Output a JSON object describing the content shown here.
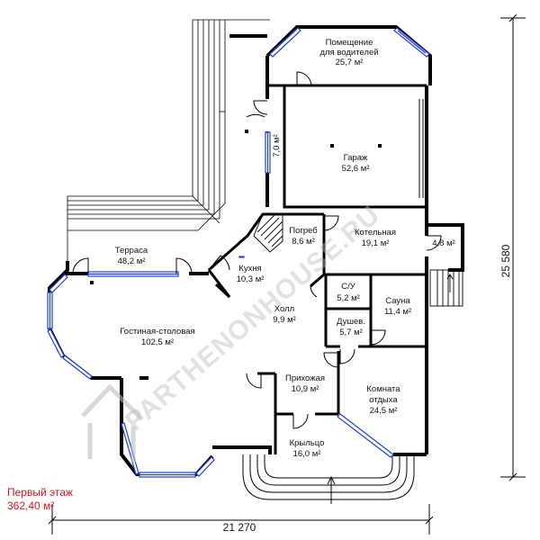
{
  "rooms": [
    {
      "id": "driver-room",
      "name": [
        "Помещение",
        "для водителей"
      ],
      "area": "25,7 м²"
    },
    {
      "id": "garage",
      "name": [
        "Гараж"
      ],
      "area": "52,6 м²"
    },
    {
      "id": "corridor",
      "name": [],
      "area": "7,0 м²"
    },
    {
      "id": "boiler",
      "name": [
        "Котельная"
      ],
      "area": "19,1 м²"
    },
    {
      "id": "small",
      "name": [],
      "area": "4,8 м²"
    },
    {
      "id": "cellar",
      "name": [
        "Погреб"
      ],
      "area": "8,6 м²"
    },
    {
      "id": "terrace",
      "name": [
        "Терраса"
      ],
      "area": "48,2 м²"
    },
    {
      "id": "kitchen",
      "name": [
        "Кухня"
      ],
      "area": "10,3 м²"
    },
    {
      "id": "wc",
      "name": [
        "С/У"
      ],
      "area": "5,2 м²"
    },
    {
      "id": "sauna",
      "name": [
        "Сауна"
      ],
      "area": "11,4 м²"
    },
    {
      "id": "living",
      "name": [
        "Гостиная-столовая"
      ],
      "area": "102,5 м²"
    },
    {
      "id": "hall",
      "name": [
        "Холл"
      ],
      "area": "9,9 м²"
    },
    {
      "id": "shower",
      "name": [
        "Душев."
      ],
      "area": "5,7 м²"
    },
    {
      "id": "entry",
      "name": [
        "Прихожая"
      ],
      "area": "10,9 м²"
    },
    {
      "id": "rest",
      "name": [
        "Комната",
        "отдыха"
      ],
      "area": "24,5 м²"
    },
    {
      "id": "porch",
      "name": [
        "Крыльцо"
      ],
      "area": "16,0 м²"
    }
  ],
  "dimensions": {
    "width": "21 270",
    "height": "25 580"
  },
  "floor": {
    "title": "Первый этаж",
    "area": "362,40 м²"
  },
  "watermark": "PARTHENONHOUSE.RU",
  "colors": {
    "wall": "#000000",
    "window": "#1f3fd8",
    "caption": "#d8141c",
    "watermark": "#bdbdbd"
  }
}
